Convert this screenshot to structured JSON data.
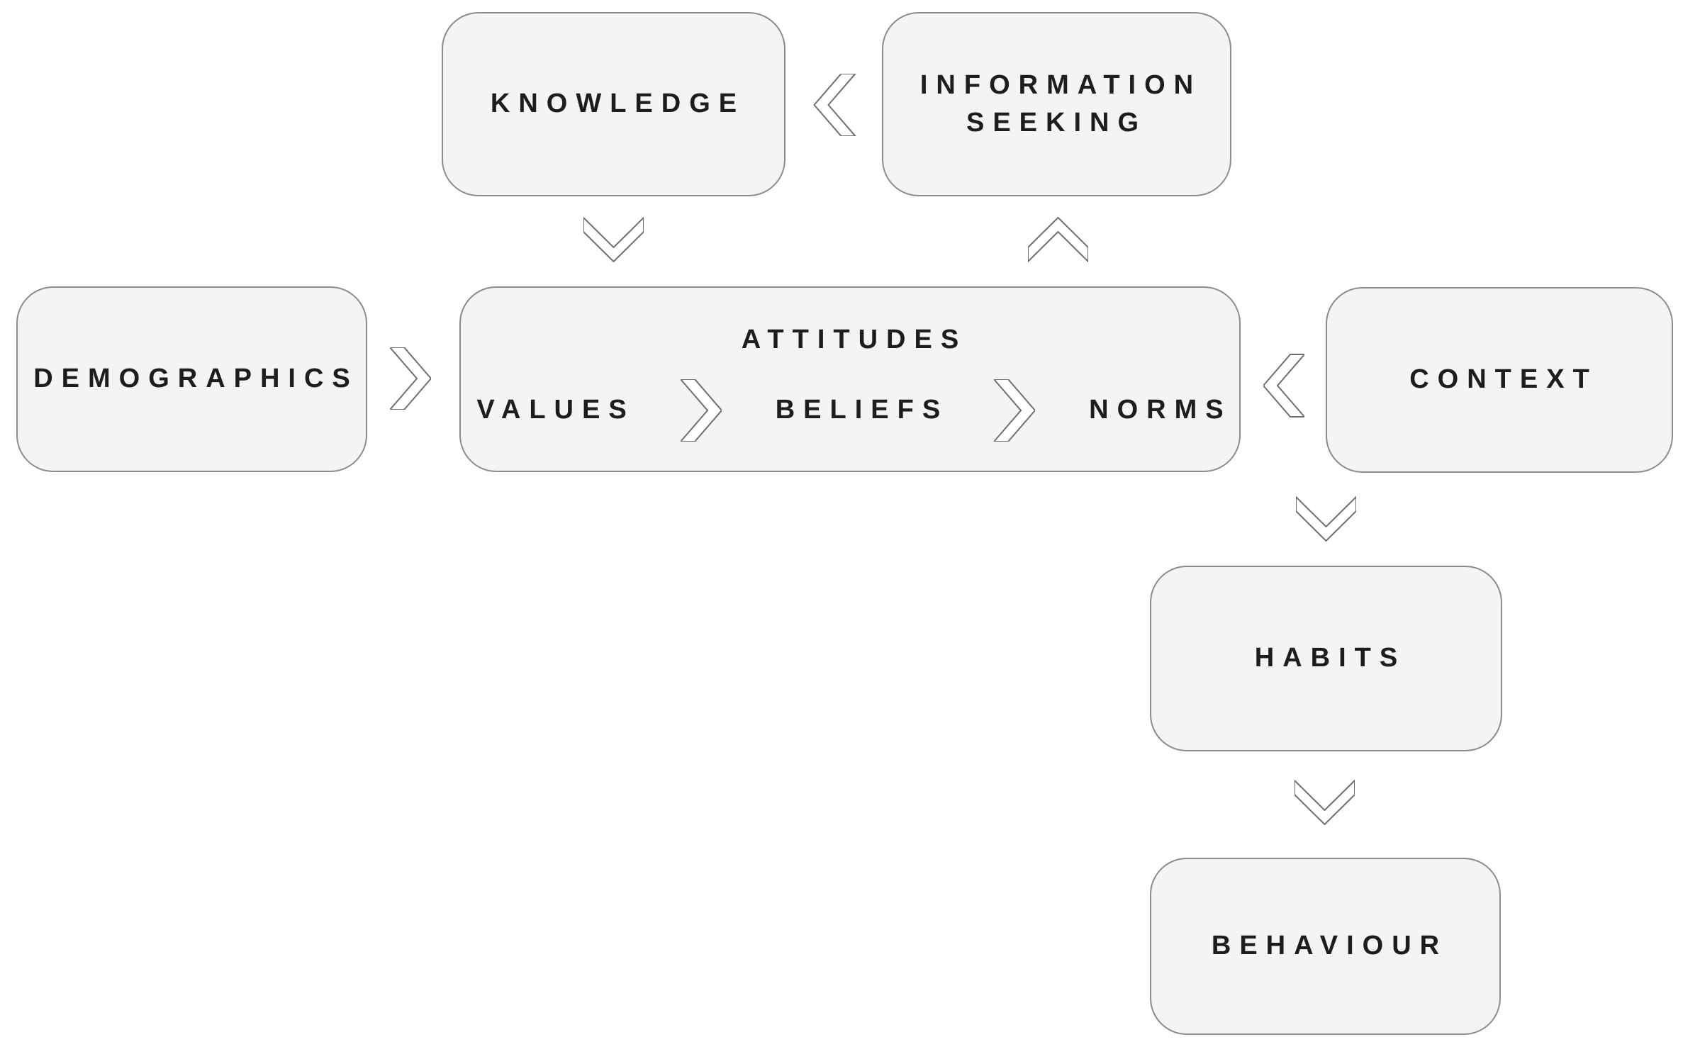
{
  "diagram": {
    "title": "Behaviour model diagram",
    "colors": {
      "background": "#ffffff",
      "box_fill": "#f4f4f3",
      "box_border": "#8c8c8c",
      "text": "#1d1d1d",
      "chevron_stroke": "#6f6f6f",
      "chevron_fill": "#ffffff"
    },
    "nodes": {
      "knowledge": {
        "label": "KNOWLEDGE"
      },
      "information_seeking": {
        "label": "INFORMATION SEEKING"
      },
      "demographics": {
        "label": "DEMOGRAPHICS"
      },
      "attitudes": {
        "title": "ATTITUDES",
        "values": "VALUES",
        "beliefs": "BELIEFS",
        "norms": "NORMS"
      },
      "context": {
        "label": "CONTEXT"
      },
      "habits": {
        "label": "HABITS"
      },
      "behaviour": {
        "label": "BEHAVIOUR"
      }
    },
    "connectors": [
      {
        "name": "information-seeking-to-knowledge",
        "direction": "left"
      },
      {
        "name": "knowledge-to-attitudes",
        "direction": "down"
      },
      {
        "name": "attitudes-to-information-seeking",
        "direction": "up"
      },
      {
        "name": "demographics-to-attitudes",
        "direction": "right"
      },
      {
        "name": "values-to-beliefs",
        "direction": "right"
      },
      {
        "name": "beliefs-to-norms",
        "direction": "right"
      },
      {
        "name": "context-to-attitudes",
        "direction": "left"
      },
      {
        "name": "context-to-habits",
        "direction": "down"
      },
      {
        "name": "habits-to-behaviour",
        "direction": "down"
      }
    ]
  }
}
